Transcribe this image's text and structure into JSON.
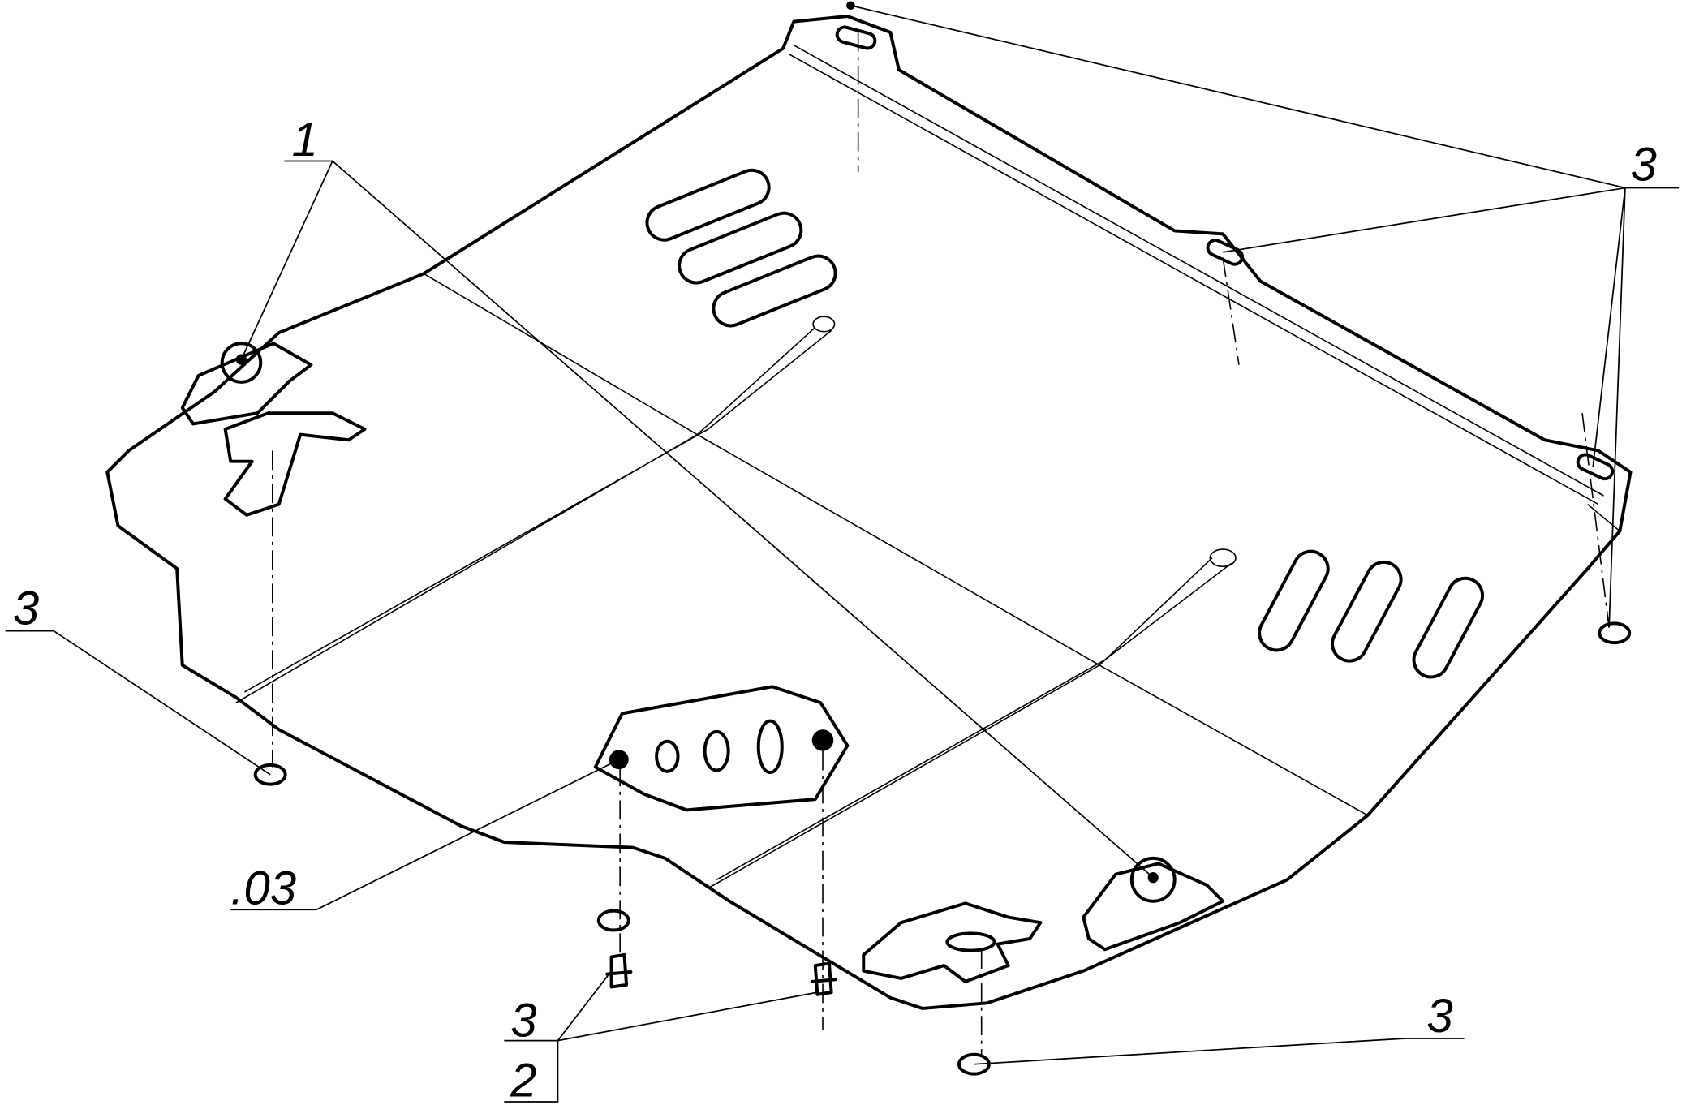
{
  "drawing": {
    "callouts": {
      "part_1": "1",
      "part_2": "2",
      "part_03": ".03",
      "fastener_top_right": "3",
      "fastener_left": "3",
      "fastener_bottom_stack": "3",
      "fastener_bottom_right": "3"
    }
  }
}
